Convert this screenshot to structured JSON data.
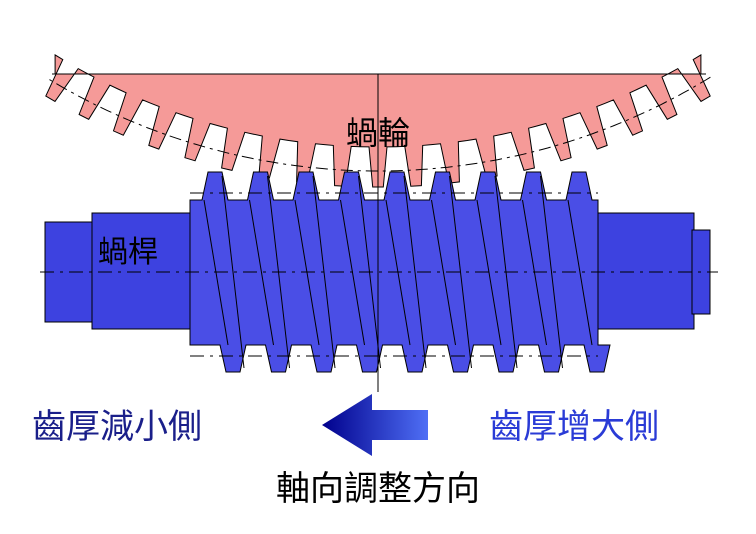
{
  "labels": {
    "worm_wheel": "蝸輪",
    "worm": "蝸桿",
    "thin_side": "齒厚減小側",
    "thick_side": "齒厚增大側",
    "axial_direction": "軸向調整方向"
  },
  "colors": {
    "wheel_fill": "#f59a98",
    "worm_fill": "#4a4ee6",
    "worm_shaft": "#3d42e0",
    "thin_side_text": "#1a1f8a",
    "thick_side_text": "#2a3bd6",
    "arrow_dark": "#00008c",
    "arrow_light": "#4f6ff5",
    "line": "#000000"
  },
  "icons": {
    "direction_arrow": "left-arrow-gradient"
  }
}
